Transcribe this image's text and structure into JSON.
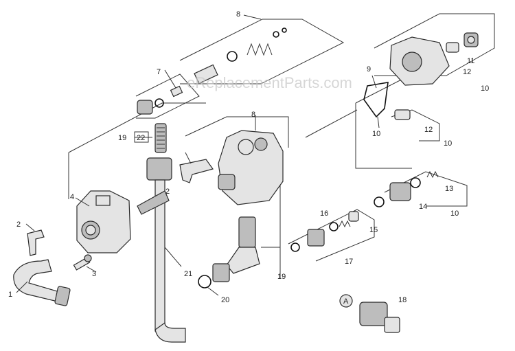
{
  "watermark": "eReplacementParts.com",
  "callouts": {
    "c1": "1",
    "c2a": "2",
    "c2b": "2",
    "c3": "3",
    "c4": "4",
    "c7": "7",
    "c8a": "8",
    "c8b": "8",
    "c9": "9",
    "c10a": "10",
    "c10b": "10",
    "c10c": "10",
    "c10d": "10",
    "c11": "11",
    "c12a": "12",
    "c12b": "12",
    "c13": "13",
    "c14": "14",
    "c15": "15",
    "c16": "16",
    "c17": "17",
    "c18": "18",
    "c19a": "19",
    "c19b": "19",
    "c20": "20",
    "c21": "21",
    "c22": "22",
    "ref_a": "A"
  }
}
